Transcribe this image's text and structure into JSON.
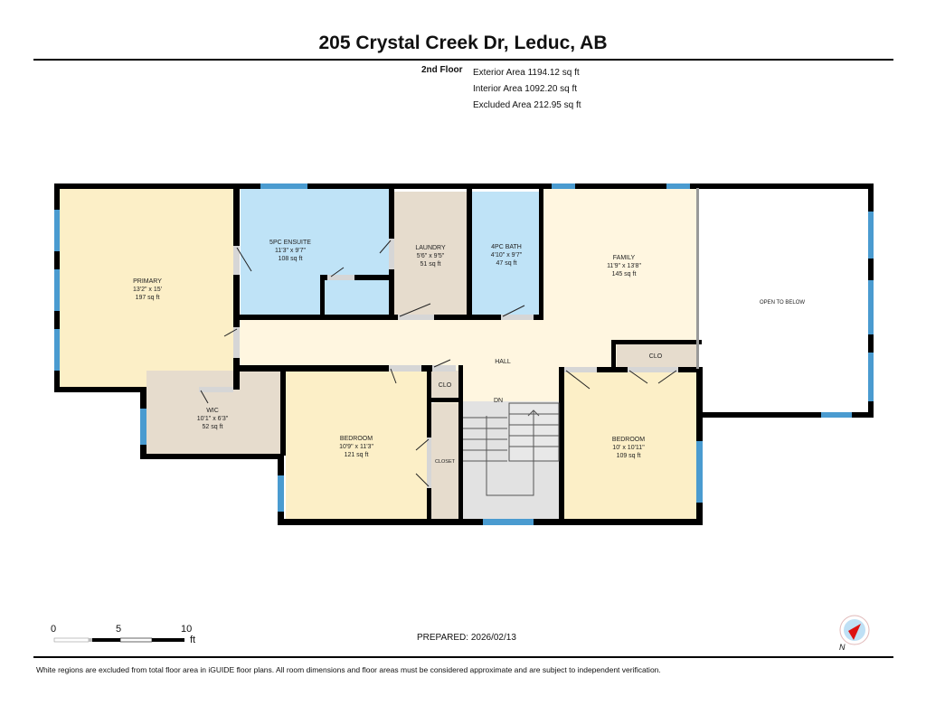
{
  "header": {
    "title": "205 Crystal Creek Dr, Leduc, AB",
    "floor": "2nd Floor",
    "areas": [
      "Exterior Area 1194.12 sq ft",
      "Interior Area 1092.20 sq ft",
      "Excluded Area 212.95 sq ft"
    ]
  },
  "rooms": {
    "primary": {
      "name": "PRIMARY",
      "dims": "13'2\" x 15'",
      "area": "197 sq ft"
    },
    "ensuite": {
      "name": "5PC ENSUITE",
      "dims": "11'3\" x 9'7\"",
      "area": "108 sq ft"
    },
    "laundry": {
      "name": "LAUNDRY",
      "dims": "5'6\" x 9'5\"",
      "area": "51 sq ft"
    },
    "bath": {
      "name": "4PC BATH",
      "dims": "4'10\" x 9'7\"",
      "area": "47 sq ft"
    },
    "family": {
      "name": "FAMILY",
      "dims": "11'9\" x 13'8\"",
      "area": "145 sq ft"
    },
    "open_below": {
      "name": "OPEN TO BELOW"
    },
    "hall": {
      "name": "HALL"
    },
    "wic": {
      "name": "WIC",
      "dims": "10'1\" x 6'3\"",
      "area": "52 sq ft"
    },
    "bedroom1": {
      "name": "BEDROOM",
      "dims": "10'9\" x 11'3\"",
      "area": "121 sq ft"
    },
    "bedroom2": {
      "name": "BEDROOM",
      "dims": "10' x 10'11\"",
      "area": "109 sq ft"
    },
    "clo1": {
      "name": "CLO"
    },
    "clo2": {
      "name": "CLO"
    },
    "closet": {
      "name": "CLOSET"
    },
    "stairs": {
      "name": "DN"
    }
  },
  "colors": {
    "bedroom": "#fcefc7",
    "bath": "#bfe3f7",
    "utility": "#e6dccd",
    "hall": "#fff6e0",
    "stairs": "#e2e2e2",
    "window": "#4a9bd0",
    "wall": "#000000"
  },
  "scale": {
    "labels": [
      "0",
      "5",
      "10"
    ],
    "unit": "ft"
  },
  "footer": {
    "prepared": "PREPARED: 2026/02/13",
    "compass_label": "N",
    "disclaimer": "White regions are excluded from total floor area in iGUIDE floor plans. All room dimensions and floor areas must be considered approximate and are subject to independent verification."
  }
}
